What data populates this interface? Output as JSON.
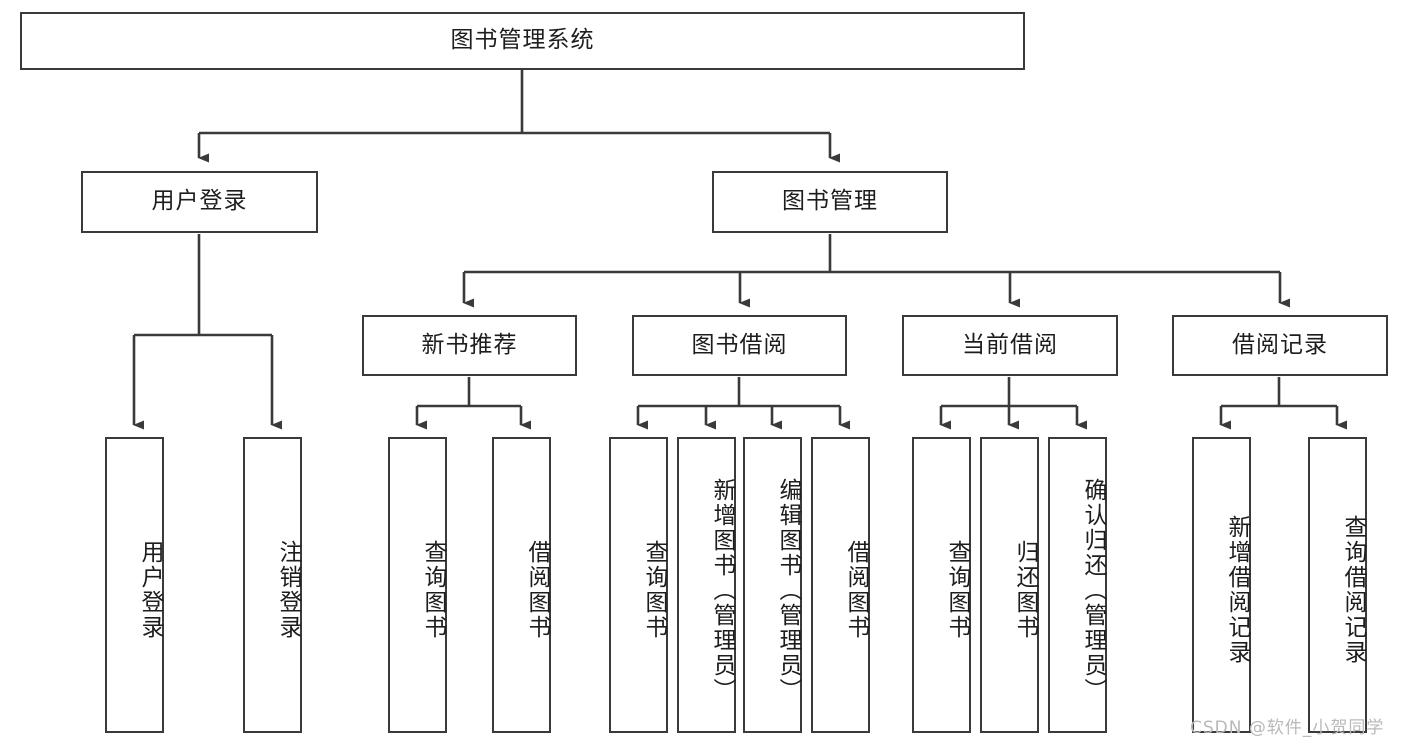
{
  "diagram": {
    "title": "图书管理系统",
    "type": "tree-hierarchy-diagram",
    "colors": {
      "stroke": "#3a3a3a",
      "fill": "#ffffff",
      "text": "#1d1d1d",
      "watermark": "#b9b9b9"
    },
    "root": {
      "label": "图书管理系统"
    },
    "level2": [
      {
        "label": "用户登录"
      },
      {
        "label": "图书管理"
      }
    ],
    "level3": [
      {
        "label": "新书推荐"
      },
      {
        "label": "图书借阅"
      },
      {
        "label": "当前借阅"
      },
      {
        "label": "借阅记录"
      }
    ],
    "leaves": {
      "user_login": [
        {
          "label": "用户登录"
        },
        {
          "label": "注销登录"
        }
      ],
      "new_book_recommend": [
        {
          "label": "查询图书"
        },
        {
          "label": "借阅图书"
        }
      ],
      "book_borrow": [
        {
          "label": "查询图书"
        },
        {
          "label": "新增图书（管理员）"
        },
        {
          "label": "编辑图书（管理员）"
        },
        {
          "label": "借阅图书"
        }
      ],
      "current_borrow": [
        {
          "label": "查询图书"
        },
        {
          "label": "归还图书"
        },
        {
          "label": "确认归还（管理员）"
        }
      ],
      "borrow_record": [
        {
          "label": "新增借阅记录"
        },
        {
          "label": "查询借阅记录"
        }
      ]
    }
  },
  "watermark": {
    "text": "CSDN @软件_小贺同学"
  }
}
